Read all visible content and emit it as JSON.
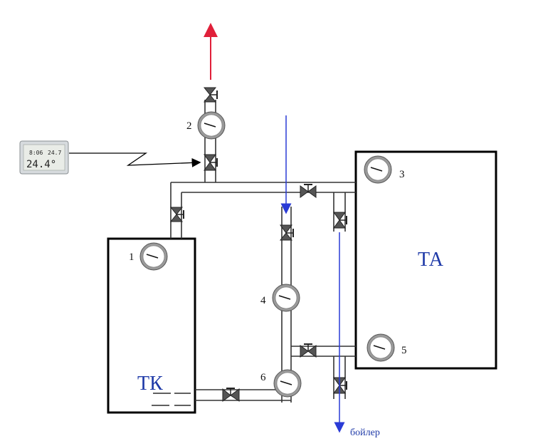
{
  "tanks": {
    "tk_label": "ТК",
    "ta_label": "ТА"
  },
  "gauges": [
    {
      "number": "1"
    },
    {
      "number": "2"
    },
    {
      "number": "3"
    },
    {
      "number": "4"
    },
    {
      "number": "5"
    },
    {
      "number": "6"
    }
  ],
  "thermostat": {
    "time": "8:06",
    "small_temp": "24.7",
    "main_temp": "24.4°"
  },
  "outlet_label": "бойлер",
  "colors": {
    "hot_arrow": "#e0203a",
    "cold_arrow": "#2a3bd6",
    "label_blue": "#1f3aa8"
  }
}
